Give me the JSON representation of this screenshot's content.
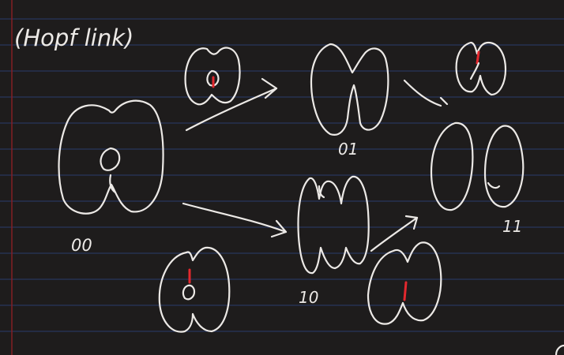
{
  "title": "(Hopf link)",
  "labels": {
    "s00": "00",
    "s01": "01",
    "s10": "10",
    "s11": "11"
  },
  "colors": {
    "background": "#1e1c1c",
    "ruled_lines": "#2b3b6c",
    "margin_line": "#8a1f24",
    "ink": "#ece9e6",
    "saddle_mark": "#e3282e"
  }
}
